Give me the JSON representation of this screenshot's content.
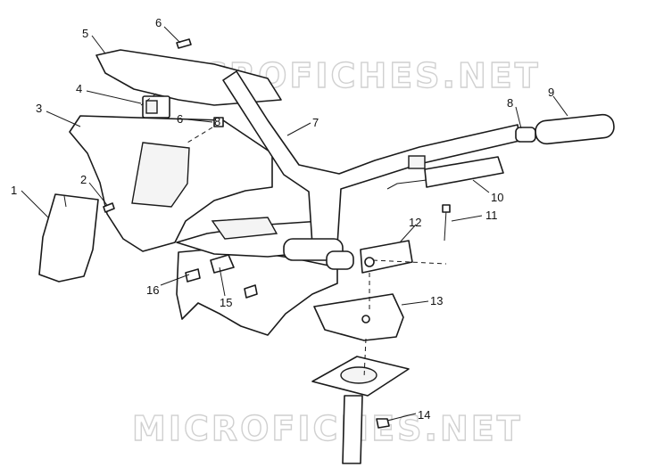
{
  "watermark": "MICROFICHES.NET",
  "callouts": [
    "1",
    "2",
    "3",
    "4",
    "5",
    "6",
    "6",
    "7",
    "8",
    "8",
    "9",
    "10",
    "11",
    "12",
    "13",
    "14",
    "15",
    "16"
  ],
  "colors": {
    "line": "#1a1a1a",
    "watermark": "#d0d0d0",
    "background": "#ffffff"
  }
}
